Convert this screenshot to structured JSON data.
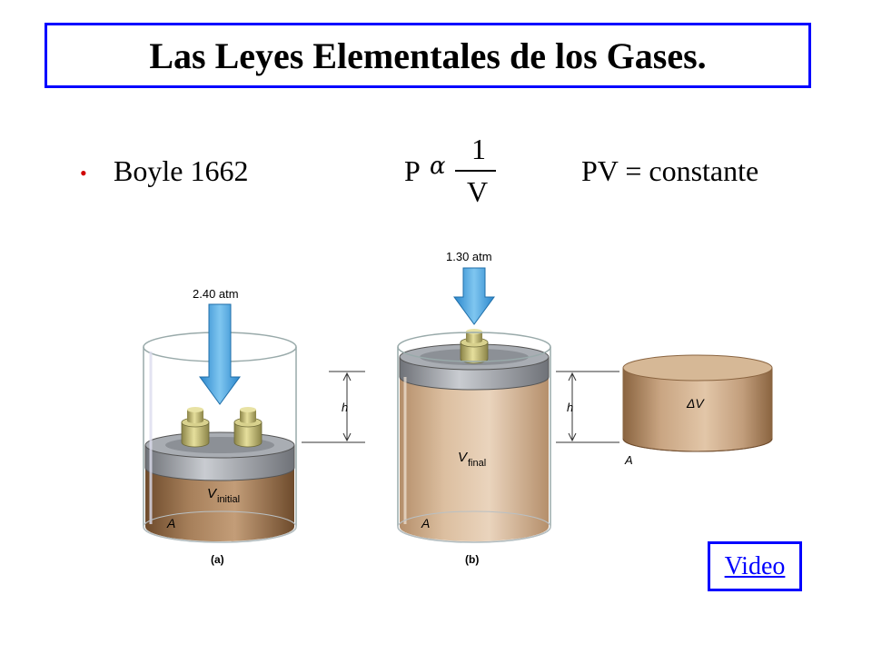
{
  "slide": {
    "title": "Las Leyes Elementales de los Gases.",
    "bullet_symbol": "•",
    "bullet_text": "Boyle 1662",
    "formula": {
      "p": "P",
      "alpha": "α",
      "numerator": "1",
      "denominator": "V"
    },
    "relation": "PV = constante"
  },
  "figure": {
    "left_pressure": "2.40 atm",
    "right_pressure": "1.30 atm",
    "v_initial_base": "V",
    "v_initial_sub": "initial",
    "v_final_base": "V",
    "v_final_sub": "final",
    "area_label": "A",
    "height_label": "h",
    "delta_v": "ΔV",
    "caption_a": "(a)",
    "caption_b": "(b)"
  },
  "link": {
    "label": "Video"
  },
  "colors": {
    "title_border": "#0000ff",
    "bullet": "#d00000",
    "link": "#0000ff",
    "arrow": "#3aa0e0"
  }
}
